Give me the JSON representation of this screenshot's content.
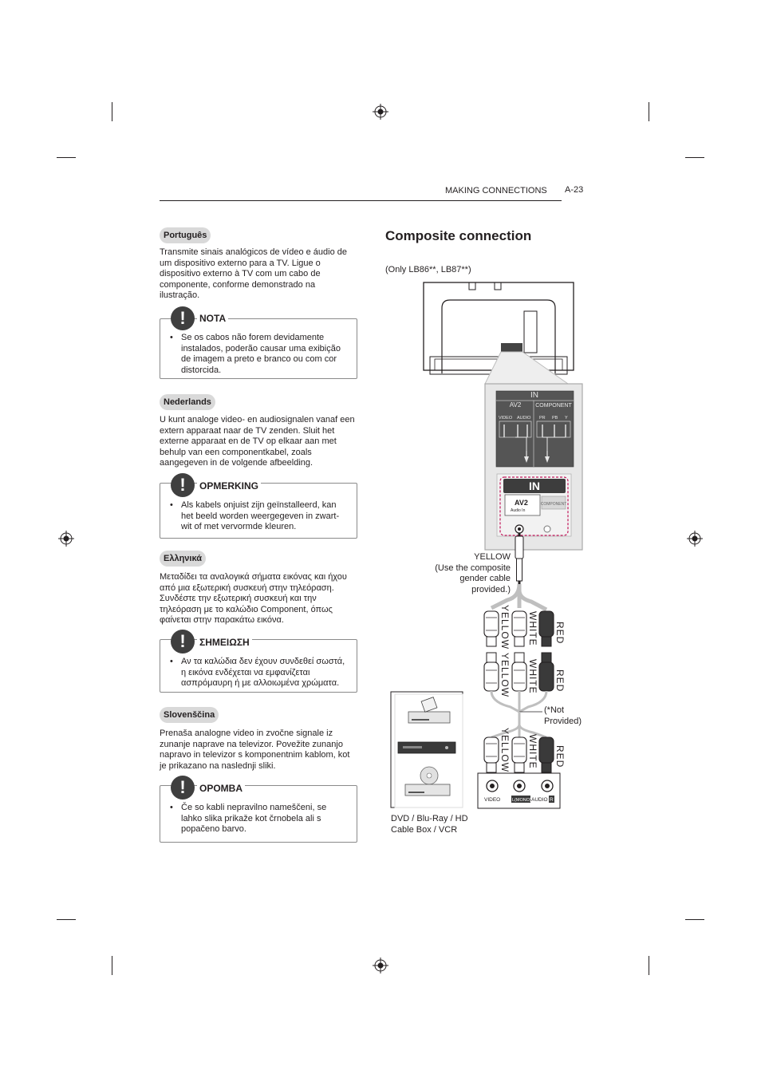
{
  "header": {
    "section": "MAKING CONNECTIONS",
    "page": "A-23"
  },
  "left": {
    "pt": {
      "tag": "Português",
      "text": "Transmite sinais analógicos de vídeo e áudio de um dispositivo externo para a TV. Ligue o dispositivo externo à TV com um cabo de componente, conforme demonstrado na ilustração.",
      "note_title": "NOTA",
      "note_text": "Se os cabos não forem devidamente instalados, poderão causar uma exibição de imagem a preto e branco ou com cor distorcida."
    },
    "nl": {
      "tag": "Nederlands",
      "text": "U kunt analoge video- en audiosignalen vanaf een extern apparaat naar de TV zenden. Sluit het externe apparaat en de TV op elkaar aan met behulp van een componentkabel, zoals aangegeven in de volgende afbeelding.",
      "note_title": "OPMERKING",
      "note_text": "Als kabels onjuist zijn geïnstalleerd, kan het beeld worden weergegeven in zwart-wit of met vervormde kleuren."
    },
    "el": {
      "tag": "Ελληνικά",
      "text": "Μεταδίδει τα αναλογικά σήματα εικόνας και ήχου από μια εξωτερική συσκευή στην τηλεόραση. Συνδέστε την εξωτερική συσκευή και την τηλεόραση με το καλώδιο Component, όπως φαίνεται στην παρακάτω εικόνα.",
      "note_title": "ΣΗΜΕΙΩΣΗ",
      "note_text": "Αν τα καλώδια δεν έχουν συνδεθεί σωστά, η εικόνα ενδέχεται να εμφανίζεται ασπρόμαυρη ή με αλλοιωμένα χρώματα."
    },
    "sl": {
      "tag": "Slovenščina",
      "text": "Prenaša analogne video in zvočne signale iz zunanje naprave na televizor. Povežite zunanjo napravo in televizor s komponentnim kablom, kot je prikazano na naslednji sliki.",
      "note_title": "OPOMBA",
      "note_text": "Če so kabli nepravilno nameščeni, se lahko slika prikaže kot črnobela ali s popačeno barvo."
    },
    "note_badge": "!",
    "bullet": "•"
  },
  "right": {
    "title": "Composite connection",
    "subtitle": "(Only LB86**, LB87**)",
    "panel": {
      "in_label": "IN",
      "av2": "AV2",
      "component": "COMPONENT",
      "video": "VIDEO",
      "audio": "AUDIO",
      "pr": "PR",
      "pb": "PB",
      "y": "Y",
      "zoom_in": "IN",
      "zoom_av2": "AV2",
      "zoom_audio_in": "Audio In",
      "zoom_component": "COMPONENT"
    },
    "yellow_note_1": "YELLOW",
    "yellow_note_2": "(Use the composite",
    "yellow_note_3": "gender cable",
    "yellow_note_4": "provided.)",
    "cable_yellow": "YELLOW",
    "cable_white": "WHITE",
    "cable_red": "RED",
    "not_provided_1": "(*Not",
    "not_provided_2": "Provided)",
    "device_video": "VIDEO",
    "device_mono": "L(MONO)",
    "device_audio": "AUDIO",
    "device_r": "R",
    "device_caption_1": "DVD / Blu-Ray / HD",
    "device_caption_2": "Cable Box / VCR"
  }
}
